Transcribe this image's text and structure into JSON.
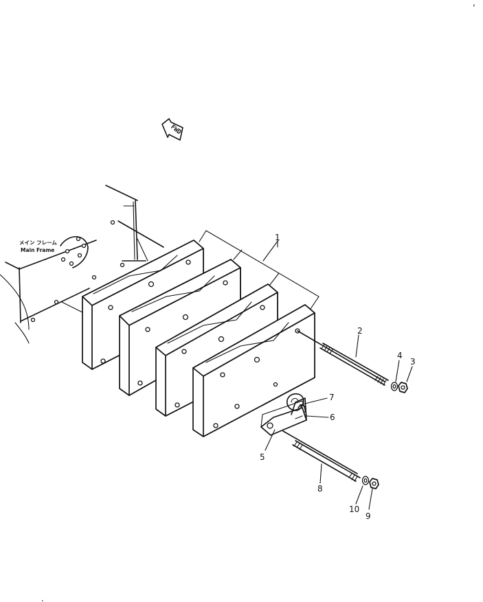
{
  "frame_label": {
    "jp": "メイン フレーム",
    "en": "Main Frame"
  },
  "direction_marker": "FWD",
  "callouts": [
    "1",
    "2",
    "3",
    "4",
    "5",
    "6",
    "7",
    "8",
    "9",
    "10"
  ],
  "stray_marks": {
    "top": ",",
    "bottom": "."
  }
}
